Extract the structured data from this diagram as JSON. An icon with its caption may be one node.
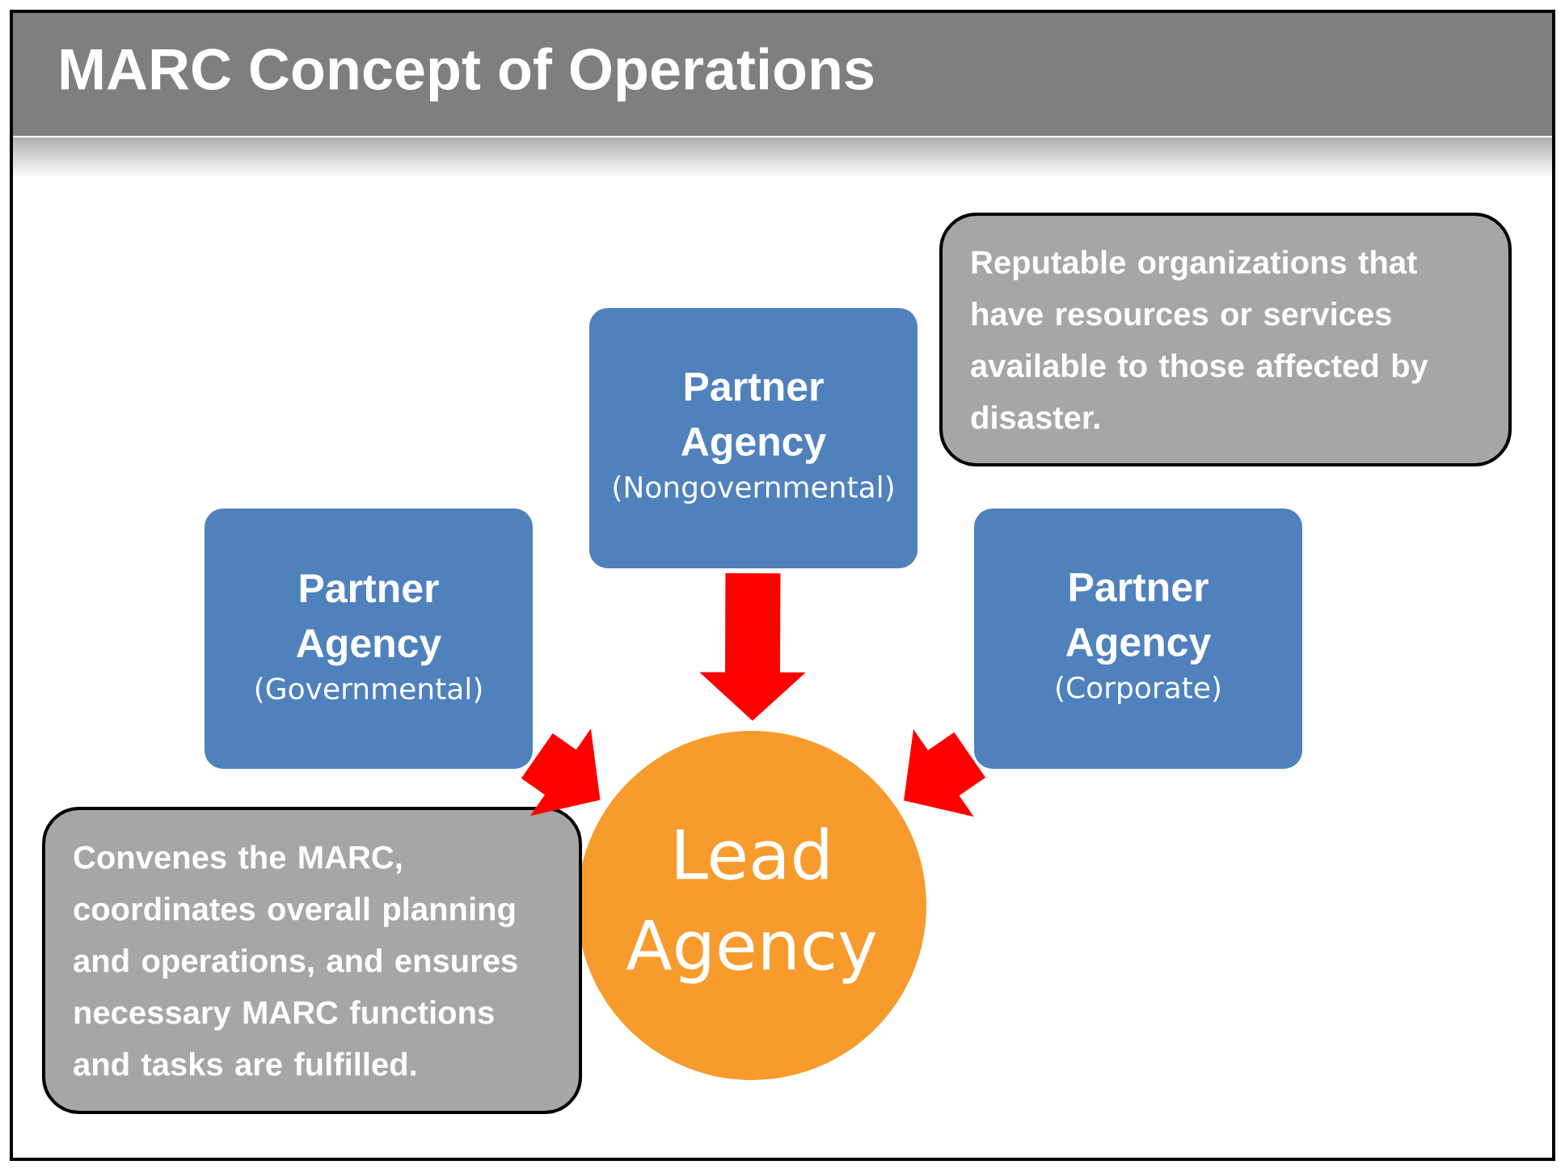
{
  "diagram": {
    "title": "MARC Concept of Operations",
    "nodes": [
      {
        "text": [
          "Partner Agency",
          "(Nongovernmental)"
        ]
      },
      {
        "text": [
          "Reputable organizations that have resources or services available to those affected by disaster."
        ]
      },
      {
        "text": [
          "Partner Agency",
          "(Governmental)"
        ]
      },
      {
        "text": [
          "Partner Agency",
          "(Corporate)"
        ]
      },
      {
        "text": [
          "Lead Agency"
        ]
      },
      {
        "text": [
          "Convenes the MARC, coordinates overall planning and operations, and ensures necessary MARC functions and tasks are fulfilled."
        ]
      }
    ],
    "edges": [
      {
        "from": 0,
        "to": 4,
        "arrow": "to"
      },
      {
        "from": 2,
        "to": 4,
        "arrow": "to"
      },
      {
        "from": 3,
        "to": 4,
        "arrow": "to"
      }
    ]
  }
}
